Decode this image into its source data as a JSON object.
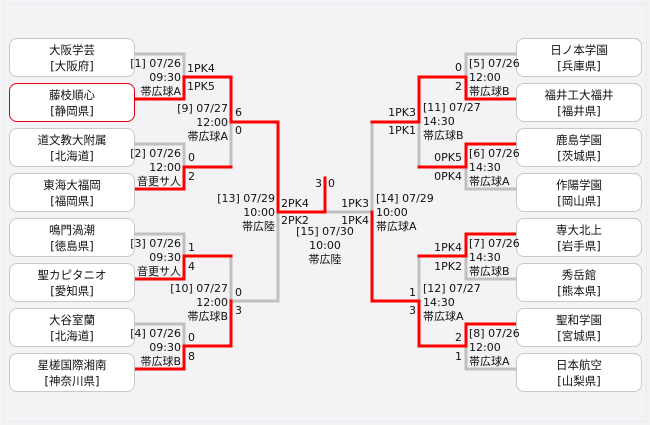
{
  "colors": {
    "winner_line": "#ff0000",
    "loser_line": "#c0c0c0",
    "highlight_border": "#e0000f"
  },
  "left_teams": [
    {
      "name": "大阪学芸",
      "pref": "[大阪府]"
    },
    {
      "name": "藤枝順心",
      "pref": "[静岡県]",
      "highlight": true
    },
    {
      "name": "道文教大附属",
      "pref": "[北海道]"
    },
    {
      "name": "東海大福岡",
      "pref": "[福岡県]"
    },
    {
      "name": "鳴門渦潮",
      "pref": "[徳島県]"
    },
    {
      "name": "聖カピタニオ",
      "pref": "[愛知県]"
    },
    {
      "name": "大谷室蘭",
      "pref": "[北海道]"
    },
    {
      "name": "星槎国際湘南",
      "pref": "[神奈川県]"
    }
  ],
  "right_teams": [
    {
      "name": "日ノ本学園",
      "pref": "[兵庫県]"
    },
    {
      "name": "福井工大福井",
      "pref": "[福井県]"
    },
    {
      "name": "鹿島学園",
      "pref": "[茨城県]"
    },
    {
      "name": "作陽学園",
      "pref": "[岡山県]"
    },
    {
      "name": "専大北上",
      "pref": "[岩手県]"
    },
    {
      "name": "秀岳館",
      "pref": "[熊本県]"
    },
    {
      "name": "聖和学園",
      "pref": "[宮城県]"
    },
    {
      "name": "日本航空",
      "pref": "[山梨県]"
    }
  ],
  "matches": {
    "m1": {
      "id": "[1] 07/26",
      "time": "09:30",
      "venue": "帯広球A",
      "score_top": "1PK4",
      "score_bottom": "1PK5"
    },
    "m2": {
      "id": "[2] 07/26",
      "time": "12:00",
      "venue": "音更サ人",
      "score_top": "0",
      "score_bottom": "2"
    },
    "m3": {
      "id": "[3] 07/26",
      "time": "09:30",
      "venue": "音更サ人",
      "score_top": "1",
      "score_bottom": "4"
    },
    "m4": {
      "id": "[4] 07/26",
      "time": "09:30",
      "venue": "帯広球B",
      "score_top": "0",
      "score_bottom": "8"
    },
    "m5": {
      "id": "[5] 07/26",
      "time": "12:00",
      "venue": "帯広球B",
      "score_top": "0",
      "score_bottom": "2"
    },
    "m6": {
      "id": "[6] 07/26",
      "time": "14:30",
      "venue": "帯広球A",
      "score_top": "0PK5",
      "score_bottom": "0PK4"
    },
    "m7": {
      "id": "[7] 07/26",
      "time": "14:30",
      "venue": "帯広球B",
      "score_top": "1PK4",
      "score_bottom": "1PK2"
    },
    "m8": {
      "id": "[8] 07/26",
      "time": "12:00",
      "venue": "帯広球A",
      "score_top": "2",
      "score_bottom": "1"
    },
    "m9": {
      "id": "[9] 07/27",
      "time": "12:00",
      "venue": "帯広球A",
      "score_top": "6",
      "score_bottom": "0"
    },
    "m10": {
      "id": "[10] 07/27",
      "time": "12:00",
      "venue": "帯広球B",
      "score_top": "0",
      "score_bottom": "3"
    },
    "m11": {
      "id": "[11] 07/27",
      "time": "14:30",
      "venue": "帯広球B",
      "score_top": "1PK3",
      "score_bottom": "1PK1"
    },
    "m12": {
      "id": "[12] 07/27",
      "time": "14:30",
      "venue": "帯広球A",
      "score_top": "1",
      "score_bottom": "3"
    },
    "m13": {
      "id": "[13] 07/29",
      "time": "10:00",
      "venue": "帯広陸",
      "score_top": "2PK4",
      "score_bottom": "2PK2"
    },
    "m14": {
      "id": "[14] 07/29",
      "time": "10:00",
      "venue": "帯広球A",
      "score_top": "1PK3",
      "score_bottom": "1PK4"
    },
    "m15": {
      "id": "[15] 07/30",
      "time": "10:00",
      "venue": "帯広陸",
      "score_left": "3",
      "score_right": "0"
    }
  }
}
